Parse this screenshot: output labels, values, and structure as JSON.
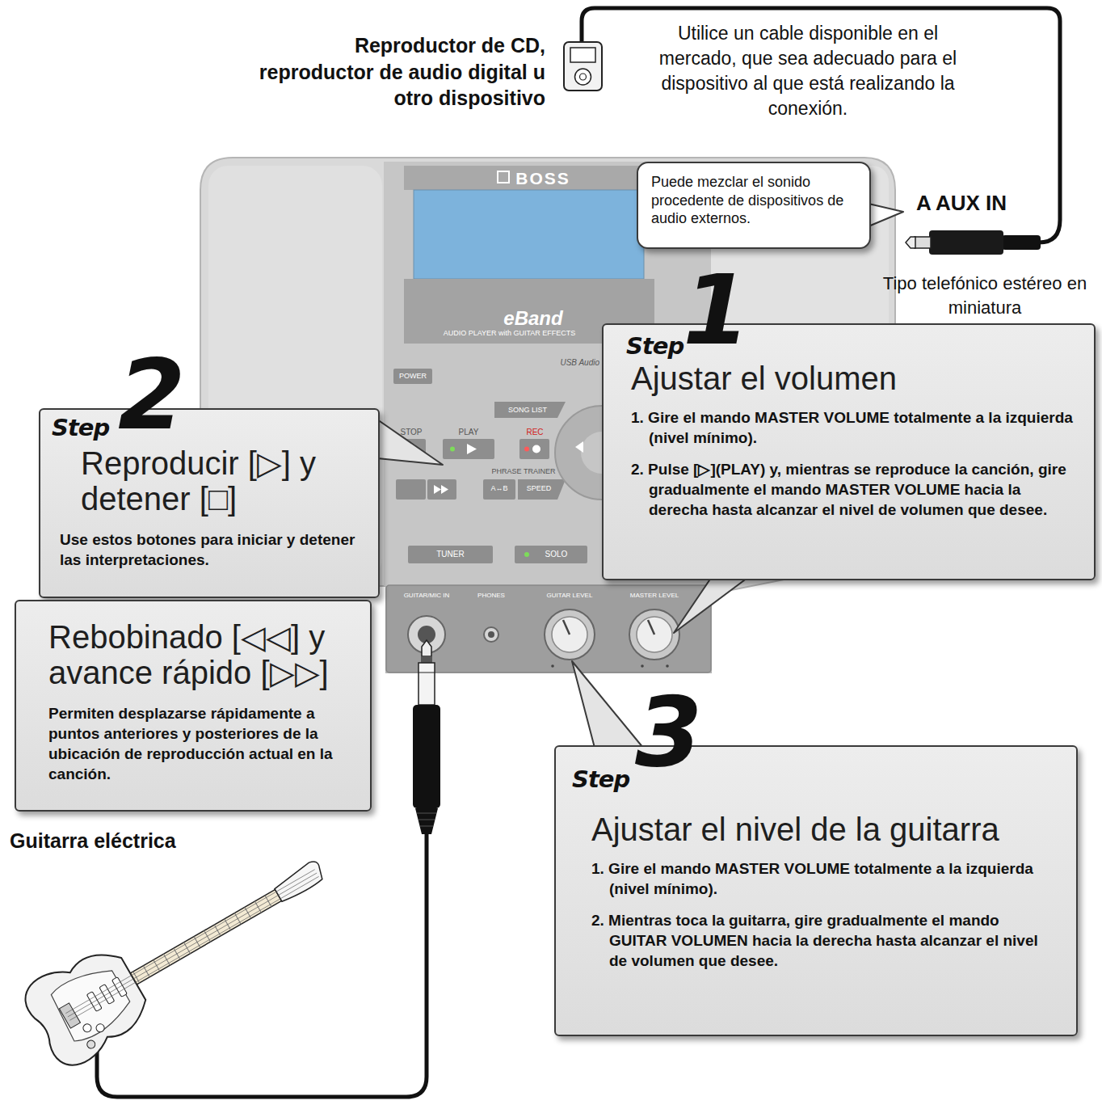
{
  "diagram": {
    "nodes": [
      {
        "text": [
          "Puede mezclar el sonido procedente de dispositivos de audio externos."
        ]
      },
      {
        "text": [
          "Step",
          "1",
          "Ajustar el volumen",
          "1. Gire el mando MASTER VOLUME totalmente a la izquierda (nivel mínimo).",
          "2. Pulse [▷](PLAY) y, mientras se reproduce la canción, gire gradualmente el mando MASTER VOLUME hacia la derecha hasta alcanzar el nivel de volumen que desee."
        ]
      },
      {
        "text": [
          "Step",
          "2",
          "Reproducir [▷] y detener [□]",
          "Use estos botones para iniciar y detener las interpretaciones."
        ]
      },
      {
        "text": [
          "Rebobinado [◁◁] y avance rápido [▷▷]",
          "Permiten desplazarse rápidamente a puntos anteriores y posteriores de la ubicación de reproducción actual en la canción."
        ]
      },
      {
        "text": [
          "Step",
          "3",
          "Ajustar el nivel de la guitarra",
          "1. Gire el mando MASTER VOLUME totalmente a la izquierda (nivel mínimo).",
          "2. Mientras toca la guitarra, gire gradualmente el mando GUITAR VOLUMEN hacia la derecha hasta alcanzar el nivel de volumen que desee."
        ]
      }
    ],
    "labels": [
      "Reproductor de CD, reproductor de audio digital u otro dispositivo",
      "Utilice un cable disponible en el mercado, que sea adecuado para el dispositivo al que está realizando la conexión.",
      "A AUX IN",
      "Tipo telefónico estéreo en miniatura",
      "BOSS",
      "eBand",
      "AUDIO PLAYER with GUITAR EFFECTS",
      "USB Audio",
      "POWER",
      "SONG LIST",
      "STOP",
      "PLAY",
      "REC",
      "PHRASE TRAINER",
      "A↔B",
      "SPEED",
      "TUNER",
      "SOLO",
      "GUITAR/MIC IN",
      "PHONES",
      "GUITAR LEVEL",
      "MASTER LEVEL",
      "Guitarra eléctrica"
    ]
  }
}
